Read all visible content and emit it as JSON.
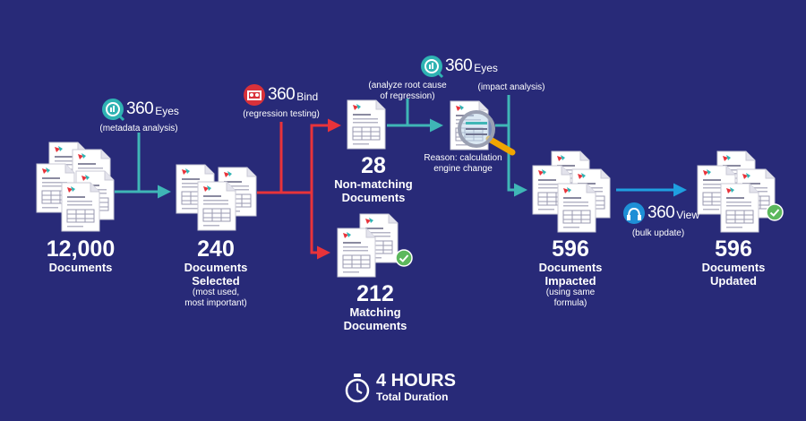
{
  "colors": {
    "background": "#282a78",
    "teal": "#3fb6b6",
    "red": "#e8333a",
    "blue": "#1f9fe0",
    "check": "#5cb85c",
    "eyes_brand": "#2fb3b3",
    "bind_brand": "#d9313a",
    "view_brand": "#1e8fd6"
  },
  "icons": {
    "document": "document-icon",
    "check": "check-icon",
    "magnifier": "magnifier-icon",
    "stopwatch": "stopwatch-icon",
    "eyes_logo": "360eyes-logo-icon",
    "bind_logo": "360bind-logo-icon",
    "view_logo": "360view-logo-icon"
  },
  "brands": {
    "eyes_num": "360",
    "eyes_word": "Eyes",
    "bind_num": "360",
    "bind_word": "Bind",
    "view_num": "360",
    "view_word": "View"
  },
  "steps": {
    "start": {
      "count": "12,000",
      "label": "Documents"
    },
    "selected": {
      "count": "240",
      "label_1": "Documents",
      "label_2": "Selected",
      "note_1": "(most used,",
      "note_2": "most important)"
    },
    "non_matching": {
      "count": "28",
      "label_1": "Non-matching",
      "label_2": "Documents"
    },
    "matching": {
      "count": "212",
      "label_1": "Matching",
      "label_2": "Documents"
    },
    "impacted": {
      "count": "596",
      "label_1": "Documents",
      "label_2": "Impacted",
      "note_1": "(using same",
      "note_2": "formula)"
    },
    "updated": {
      "count": "596",
      "label_1": "Documents",
      "label_2": "Updated"
    }
  },
  "annotations": {
    "metadata": "(metadata analysis)",
    "regression_testing": "(regression testing)",
    "root_cause_1": "(analyze root cause",
    "root_cause_2": "of regression)",
    "impact_analysis": "(impact analysis)",
    "reason_1": "Reason: calculation",
    "reason_2": "engine change",
    "bulk_update": "(bulk update)"
  },
  "duration": {
    "value": "4 HOURS",
    "label": "Total Duration"
  }
}
